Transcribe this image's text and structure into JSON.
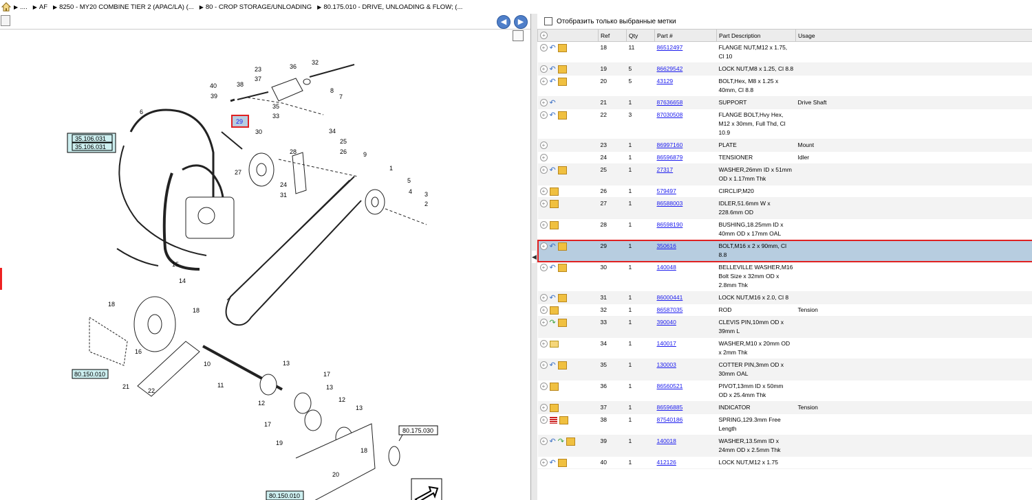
{
  "breadcrumb": {
    "items": [
      "....",
      "AF",
      "8250 - MY20 COMBINE TIER 2 (APAC/LA) (...",
      "80 - CROP STORAGE/UNLOADING",
      "80.175.010 - DRIVE, UNLOADING & FLOW; (..."
    ]
  },
  "filter": {
    "label": "Отобразить только выбранные метки"
  },
  "table": {
    "headers": {
      "ref": "Ref",
      "qty": "Qty",
      "part": "Part #",
      "desc": "Part Description",
      "usage": "Usage"
    },
    "rows": [
      {
        "ref": "18",
        "qty": "11",
        "part": "86512497",
        "desc": "FLANGE NUT,M12 x 1.75, Cl 10",
        "usage": "",
        "icons": [
          "rev",
          "box"
        ]
      },
      {
        "ref": "19",
        "qty": "5",
        "part": "86629542",
        "desc": "LOCK NUT,M8 x 1.25, Cl 8.8",
        "usage": "",
        "icons": [
          "rev",
          "box"
        ]
      },
      {
        "ref": "20",
        "qty": "5",
        "part": "43129",
        "desc": "BOLT,Hex, M8 x 1.25 x 40mm, Cl 8.8",
        "usage": "",
        "icons": [
          "rev",
          "box"
        ]
      },
      {
        "ref": "21",
        "qty": "1",
        "part": "87636658",
        "desc": "SUPPORT",
        "usage": "Drive Shaft",
        "icons": [
          "rev"
        ]
      },
      {
        "ref": "22",
        "qty": "3",
        "part": "87030508",
        "desc": "FLANGE BOLT,Hvy Hex, M12 x 30mm, Full Thd, Cl 10.9",
        "usage": "",
        "icons": [
          "rev",
          "box"
        ]
      },
      {
        "ref": "23",
        "qty": "1",
        "part": "86997160",
        "desc": "PLATE",
        "usage": "Mount",
        "icons": []
      },
      {
        "ref": "24",
        "qty": "1",
        "part": "86596879",
        "desc": "TENSIONER",
        "usage": "Idler",
        "icons": []
      },
      {
        "ref": "25",
        "qty": "1",
        "part": "27317",
        "desc": "WASHER,26mm ID x 51mm OD x 1.17mm Thk",
        "usage": "",
        "icons": [
          "rev",
          "box"
        ]
      },
      {
        "ref": "26",
        "qty": "1",
        "part": "579497",
        "desc": "CIRCLIP,M20",
        "usage": "",
        "icons": [
          "box"
        ]
      },
      {
        "ref": "27",
        "qty": "1",
        "part": "86588003",
        "desc": "IDLER,51.6mm W x 228.6mm OD",
        "usage": "",
        "icons": [
          "box"
        ]
      },
      {
        "ref": "28",
        "qty": "1",
        "part": "86598190",
        "desc": "BUSHING,18.25mm ID x 40mm OD x 17mm OAL",
        "usage": "",
        "icons": [
          "box"
        ]
      },
      {
        "ref": "29",
        "qty": "1",
        "part": "350616",
        "desc": "BOLT,M16 x 2 x 90mm, Cl 8.8",
        "usage": "",
        "icons": [
          "rev",
          "box"
        ],
        "selected": true
      },
      {
        "ref": "30",
        "qty": "1",
        "part": "140048",
        "desc": "BELLEVILLE WASHER,M16 Bolt Size x 32mm OD x 2.8mm Thk",
        "usage": "",
        "icons": [
          "rev",
          "box"
        ]
      },
      {
        "ref": "31",
        "qty": "1",
        "part": "86000441",
        "desc": "LOCK NUT,M16 x 2.0, Cl 8",
        "usage": "",
        "icons": [
          "rev",
          "box"
        ]
      },
      {
        "ref": "32",
        "qty": "1",
        "part": "86587035",
        "desc": "ROD",
        "usage": "Tension",
        "icons": [
          "box"
        ]
      },
      {
        "ref": "33",
        "qty": "1",
        "part": "390040",
        "desc": "CLEVIS PIN,10mm OD x 39mm L",
        "usage": "",
        "icons": [
          "grn",
          "box"
        ]
      },
      {
        "ref": "34",
        "qty": "1",
        "part": "140017",
        "desc": "WASHER,M10 x 20mm OD x 2mm Thk",
        "usage": "",
        "icons": [
          "env"
        ]
      },
      {
        "ref": "35",
        "qty": "1",
        "part": "130003",
        "desc": "COTTER PIN,3mm OD x 30mm OAL",
        "usage": "",
        "icons": [
          "rev",
          "box"
        ]
      },
      {
        "ref": "36",
        "qty": "1",
        "part": "86560521",
        "desc": "PIVOT,13mm ID x 50mm OD x 25.4mm Thk",
        "usage": "",
        "icons": [
          "box"
        ]
      },
      {
        "ref": "37",
        "qty": "1",
        "part": "86596885",
        "desc": "INDICATOR",
        "usage": "Tension",
        "icons": [
          "box"
        ]
      },
      {
        "ref": "38",
        "qty": "1",
        "part": "87540186",
        "desc": "SPRING,129.3mm Free Length",
        "usage": "",
        "icons": [
          "lst",
          "box"
        ]
      },
      {
        "ref": "39",
        "qty": "1",
        "part": "140018",
        "desc": "WASHER,13.5mm ID x 24mm OD x 2.5mm Thk",
        "usage": "",
        "icons": [
          "rev",
          "grn",
          "box"
        ]
      },
      {
        "ref": "40",
        "qty": "1",
        "part": "412126",
        "desc": "LOCK NUT,M12 x 1.75",
        "usage": "",
        "icons": [
          "rev",
          "box"
        ]
      }
    ]
  },
  "drawing": {
    "callouts": [
      "1",
      "2",
      "3",
      "4",
      "5",
      "6",
      "7",
      "8",
      "9",
      "10",
      "11",
      "12",
      "12",
      "13",
      "13",
      "13",
      "14",
      "15",
      "16",
      "17",
      "17",
      "18",
      "18",
      "18",
      "19",
      "20",
      "21",
      "22",
      "23",
      "24",
      "25",
      "26",
      "27",
      "28",
      "29",
      "30",
      "31",
      "32",
      "33",
      "34",
      "35",
      "36",
      "37",
      "38",
      "39",
      "40"
    ],
    "references": [
      "35.106.031",
      "35.106.031",
      "80.150.010",
      "80.150.010",
      "80.175.030"
    ],
    "highlighted_callout": "29"
  },
  "icons": {
    "home": "home-icon",
    "back": "arrow-left-icon",
    "forward": "arrow-right-icon",
    "document": "document-icon",
    "next_page": "next-page-arrow-icon"
  },
  "colors": {
    "selected_row": "#b7cde0",
    "highlight": "#e02020",
    "link": "#1a1aee",
    "nav_button": "#4f7fc9",
    "ref_tag": "#cdeff0"
  }
}
